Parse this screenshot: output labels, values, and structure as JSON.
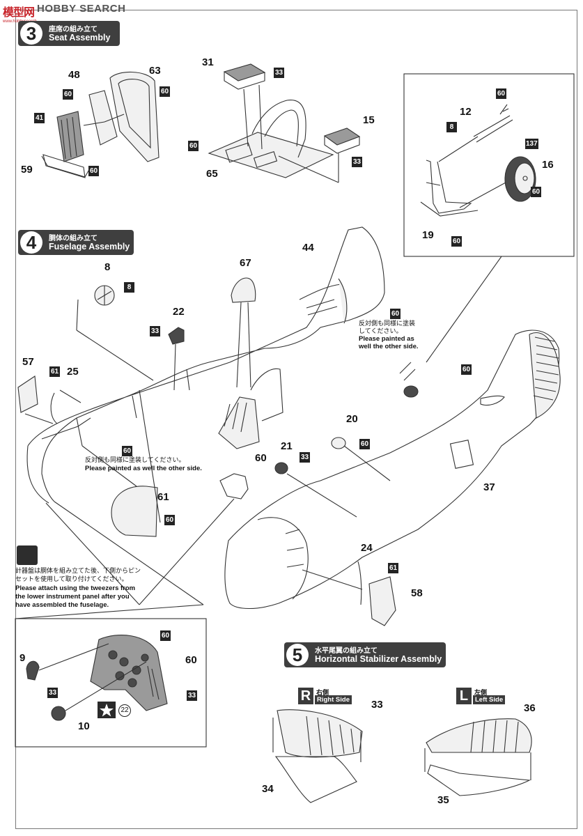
{
  "watermark": {
    "cn": "模型网",
    "en": "HOBBY SEARCH",
    "url": "www.hobbysearch"
  },
  "step3": {
    "number": "3",
    "title_jp": "座席の組み立て",
    "title_en": "Seat Assembly"
  },
  "step4": {
    "number": "4",
    "title_jp": "胴体の組み立て",
    "title_en": "Fuselage Assembly"
  },
  "step5": {
    "number": "5",
    "title_jp": "水平尾翼の組み立て",
    "title_en": "Horizontal Stabilizer Assembly"
  },
  "parts": {
    "p48": "48",
    "p63": "63",
    "p59": "59",
    "p31": "31",
    "p15": "15",
    "p65": "65",
    "p12": "12",
    "p16": "16",
    "p19": "19",
    "p44": "44",
    "p8": "8",
    "p67": "67",
    "p22": "22",
    "p57": "57",
    "p25": "25",
    "p20": "20",
    "p21": "21",
    "p60": "60",
    "p61": "61",
    "p37": "37",
    "p24": "24",
    "p58": "58",
    "p9": "9",
    "p10": "10",
    "p60b": "60",
    "p33": "33",
    "p34": "34",
    "p36": "36",
    "p35": "35"
  },
  "colors": {
    "c60": "60",
    "c41": "41",
    "c33": "33",
    "c8": "8",
    "c137": "137",
    "c61": "61"
  },
  "notes": {
    "paint_other_jp": "反対側も同様に塗装してください。",
    "paint_other_en": "Please painted as well the other side.",
    "paint_other2_jp1": "反対側も同様に塗装",
    "paint_other2_jp2": "してください。",
    "paint_other2_en1": "Please painted as",
    "paint_other2_en2": "well the other side.",
    "panel_jp1": "計器盤は胴体を組み立てた後、下側からピン",
    "panel_jp2": "セットを使用して取り付けてください。",
    "panel_en1": "Please attach using the tweezers from",
    "panel_en2": "the lower instrument panel after you",
    "panel_en3": "have assembled the fuselage."
  },
  "decal_ref": "22",
  "sides": {
    "right": {
      "letter": "R",
      "jp": "右側",
      "en": "Right Side"
    },
    "left": {
      "letter": "L",
      "jp": "左側",
      "en": "Left Side"
    }
  }
}
